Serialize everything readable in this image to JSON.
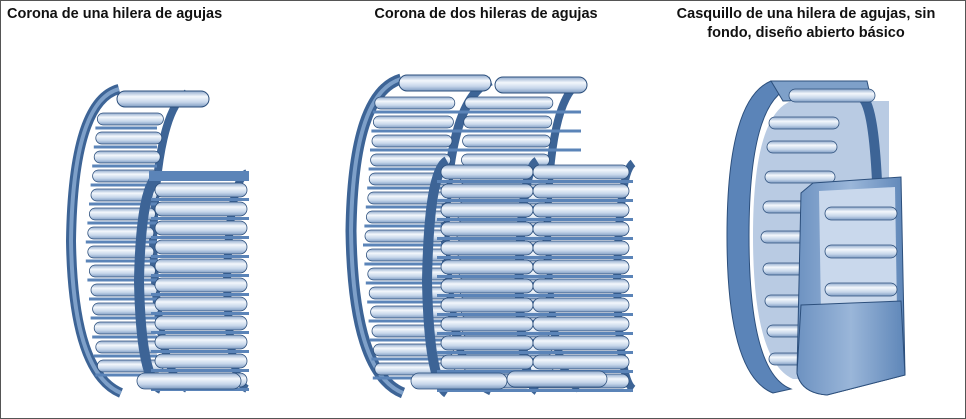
{
  "figure": {
    "captions": {
      "single_cage": "Corona de una hilera de agujas",
      "double_cage": "Corona de dos hileras de agujas",
      "drawn_cup_line1": "Casquillo de una hilera de agujas, sin",
      "drawn_cup_line2": "fondo, diseño abierto básico"
    },
    "colors": {
      "cage_blue": "#5b84b8",
      "cage_dark": "#3d6496",
      "needle_light": "#e6eef8",
      "needle_mid": "#a9c0dd",
      "outline": "#2c4f7c",
      "frame": "#555555"
    }
  }
}
